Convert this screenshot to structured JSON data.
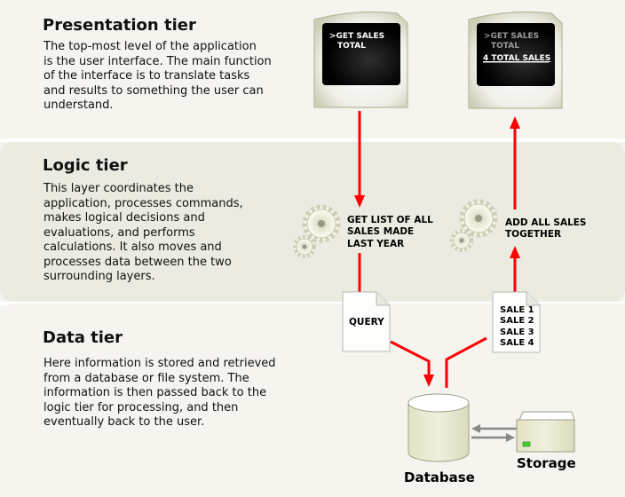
{
  "tiers": [
    {
      "title": "Presentation tier",
      "description": "The top-most level of the application\nis the user interface. The main function\nof the interface is to translate tasks\nand results to something the user can\nunderstand."
    },
    {
      "title": "Logic tier",
      "description": "This layer coordinates the\napplication, processes commands,\nmakes logical decisions and\nevaluations, and performs\ncalculations.  It also moves and\nprocesses data between the two\nsurrounding layers."
    },
    {
      "title": "Data tier",
      "description": "Here information is stored and retrieved\nfrom a database or file system.  The\ninformation is then passed back to the\nlogic tier for processing, and then\neventually back to the user."
    }
  ],
  "screens": {
    "left": {
      "line1": ">GET SALES",
      "line2": "TOTAL"
    },
    "right": {
      "line1": ">GET SALES",
      "line2": "TOTAL",
      "result": "4 TOTAL SALES"
    }
  },
  "logic_labels": {
    "left": [
      "GET LIST OF ALL",
      "SALES MADE",
      "LAST YEAR"
    ],
    "right": [
      "ADD ALL SALES",
      "TOGETHER"
    ]
  },
  "documents": {
    "query": "QUERY",
    "sales": [
      "SALE 1",
      "SALE 2",
      "SALE 3",
      "SALE 4"
    ]
  },
  "data_labels": {
    "database": "Database",
    "storage": "Storage"
  },
  "colors": {
    "arrow": "#ff0000",
    "gray_arrow": "#888888",
    "storage_led": "#44cc33"
  }
}
